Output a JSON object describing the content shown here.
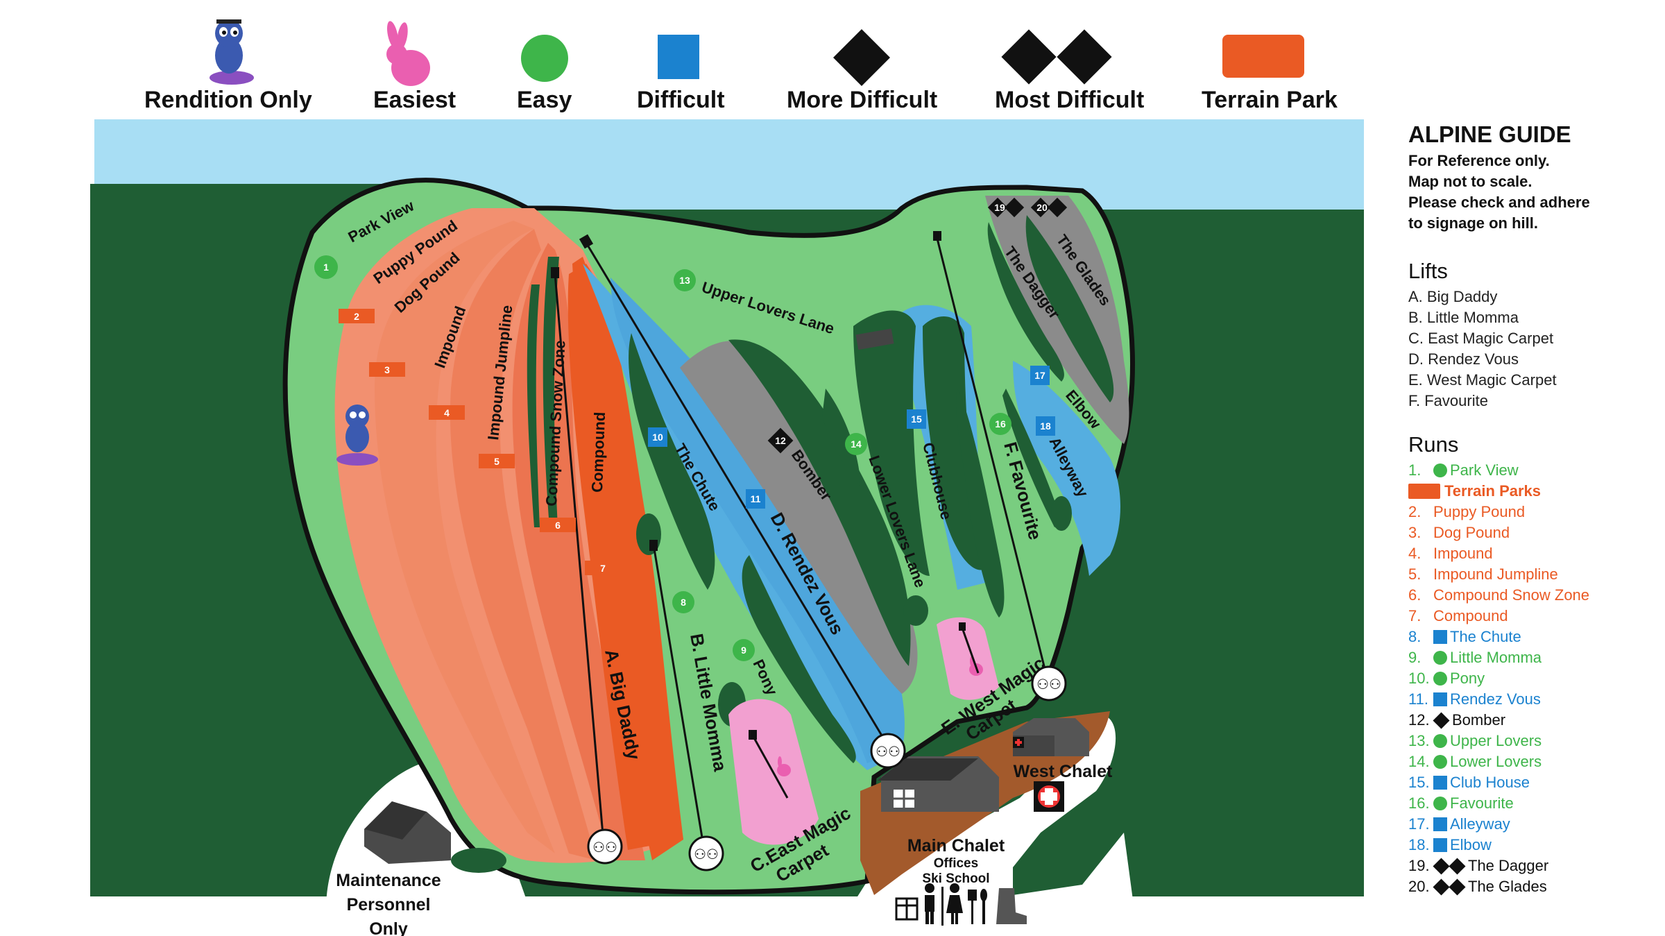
{
  "legend": {
    "rendition_only": "Rendition Only",
    "easiest": "Easiest",
    "easy": "Easy",
    "difficult": "Difficult",
    "more_difficult": "More Difficult",
    "most_difficult": "Most Difficult",
    "terrain_park": "Terrain Park"
  },
  "colors": {
    "easy_green": "#3eb54a",
    "difficult_blue": "#1b82cf",
    "terrain_orange": "#ea5a24",
    "easiest_pink": "#ea5fb0",
    "forest": "#1f5e34",
    "snow_green": "#79cd80",
    "sky": "#a8def4",
    "glade_gray": "#8b8b8b"
  },
  "guide": {
    "title": "ALPINE GUIDE",
    "note_1": "For Reference only.",
    "note_2": "Map not to scale.",
    "note_3": "Please check and adhere",
    "note_4": "to signage on hill.",
    "lifts_heading": "Lifts",
    "lifts": [
      "A. Big Daddy",
      "B. Little Momma",
      "C. East Magic Carpet",
      "D. Rendez Vous",
      "E. West Magic Carpet",
      "F. Favourite"
    ],
    "runs_heading": "Runs",
    "runs": [
      {
        "num": "1.",
        "name": "Park View",
        "symbol": "circle",
        "color": "#3eb54a"
      },
      {
        "num": "",
        "name": "Terrain Parks",
        "symbol": "bar",
        "color": "#ea5a24"
      },
      {
        "num": "2.",
        "name": "Puppy Pound",
        "symbol": "none",
        "color": "#ea5a24"
      },
      {
        "num": "3.",
        "name": "Dog Pound",
        "symbol": "none",
        "color": "#ea5a24"
      },
      {
        "num": "4.",
        "name": "Impound",
        "symbol": "none",
        "color": "#ea5a24"
      },
      {
        "num": "5.",
        "name": "Impound Jumpline",
        "symbol": "none",
        "color": "#ea5a24"
      },
      {
        "num": "6.",
        "name": "Compound Snow Zone",
        "symbol": "none",
        "color": "#ea5a24"
      },
      {
        "num": "7.",
        "name": "Compound",
        "symbol": "none",
        "color": "#ea5a24"
      },
      {
        "num": "8.",
        "name": "The Chute",
        "symbol": "square",
        "color": "#1b82cf"
      },
      {
        "num": "9.",
        "name": "Little Momma",
        "symbol": "circle",
        "color": "#3eb54a"
      },
      {
        "num": "10.",
        "name": "Pony",
        "symbol": "circle",
        "color": "#3eb54a"
      },
      {
        "num": "11.",
        "name": "Rendez Vous",
        "symbol": "square",
        "color": "#1b82cf"
      },
      {
        "num": "12.",
        "name": "Bomber",
        "symbol": "diamond",
        "color": "#111111"
      },
      {
        "num": "13.",
        "name": "Upper Lovers",
        "symbol": "circle",
        "color": "#3eb54a"
      },
      {
        "num": "14.",
        "name": "Lower Lovers",
        "symbol": "circle",
        "color": "#3eb54a"
      },
      {
        "num": "15.",
        "name": "Club House",
        "symbol": "square",
        "color": "#1b82cf"
      },
      {
        "num": "16.",
        "name": "Favourite",
        "symbol": "circle",
        "color": "#3eb54a"
      },
      {
        "num": "17.",
        "name": "Alleyway",
        "symbol": "square",
        "color": "#1b82cf"
      },
      {
        "num": "18.",
        "name": "Elbow",
        "symbol": "square",
        "color": "#1b82cf"
      },
      {
        "num": "19.",
        "name": "The Dagger",
        "symbol": "double-diamond",
        "color": "#111111"
      },
      {
        "num": "20.",
        "name": "The Glades",
        "symbol": "double-diamond",
        "color": "#111111"
      }
    ]
  },
  "trails": {
    "park_view": "Park View",
    "puppy_pound": "Puppy Pound",
    "dog_pound": "Dog Pound",
    "impound": "Impound",
    "impound_jumpline": "Impound Jumpline",
    "compound_snow_zone": "Compound Snow Zone",
    "compound": "Compound",
    "upper_lovers_lane": "Upper Lovers Lane",
    "the_chute": "The Chute",
    "bomber": "Bomber",
    "lower_lovers_lane": "Lower Lovers Lane",
    "clubhouse": "Clubhouse",
    "the_dagger": "The Dagger",
    "the_glades": "The Glades",
    "elbow": "Elbow",
    "alleyway": "Alleyway",
    "pony": "Pony"
  },
  "lifts_on_map": {
    "big_daddy": "A. Big Daddy",
    "little_momma": "B. Little Momma",
    "east_magic_carpet_1": "C.East Magic",
    "east_magic_carpet_2": "Carpet",
    "rendez_vous": "D. Rendez Vous",
    "west_magic_carpet_1": "E. West Magic",
    "west_magic_carpet_2": "Carpet",
    "favourite": "F. Favourite"
  },
  "badges": {
    "b1": "1",
    "b2": "2",
    "b3": "3",
    "b4": "4",
    "b5": "5",
    "b6": "6",
    "b7": "7",
    "b8": "8",
    "b9": "9",
    "b10": "10",
    "b11": "11",
    "b12": "12",
    "b13": "13",
    "b14": "14",
    "b15": "15",
    "b16": "16",
    "b17": "17",
    "b18": "18",
    "b19": "19",
    "b20": "20"
  },
  "places": {
    "maintenance_1": "Maintenance",
    "maintenance_2": "Personnel",
    "maintenance_3": "Only",
    "main_chalet": "Main Chalet",
    "offices": "Offices",
    "ski_school": "Ski School",
    "west_chalet": "West Chalet"
  }
}
